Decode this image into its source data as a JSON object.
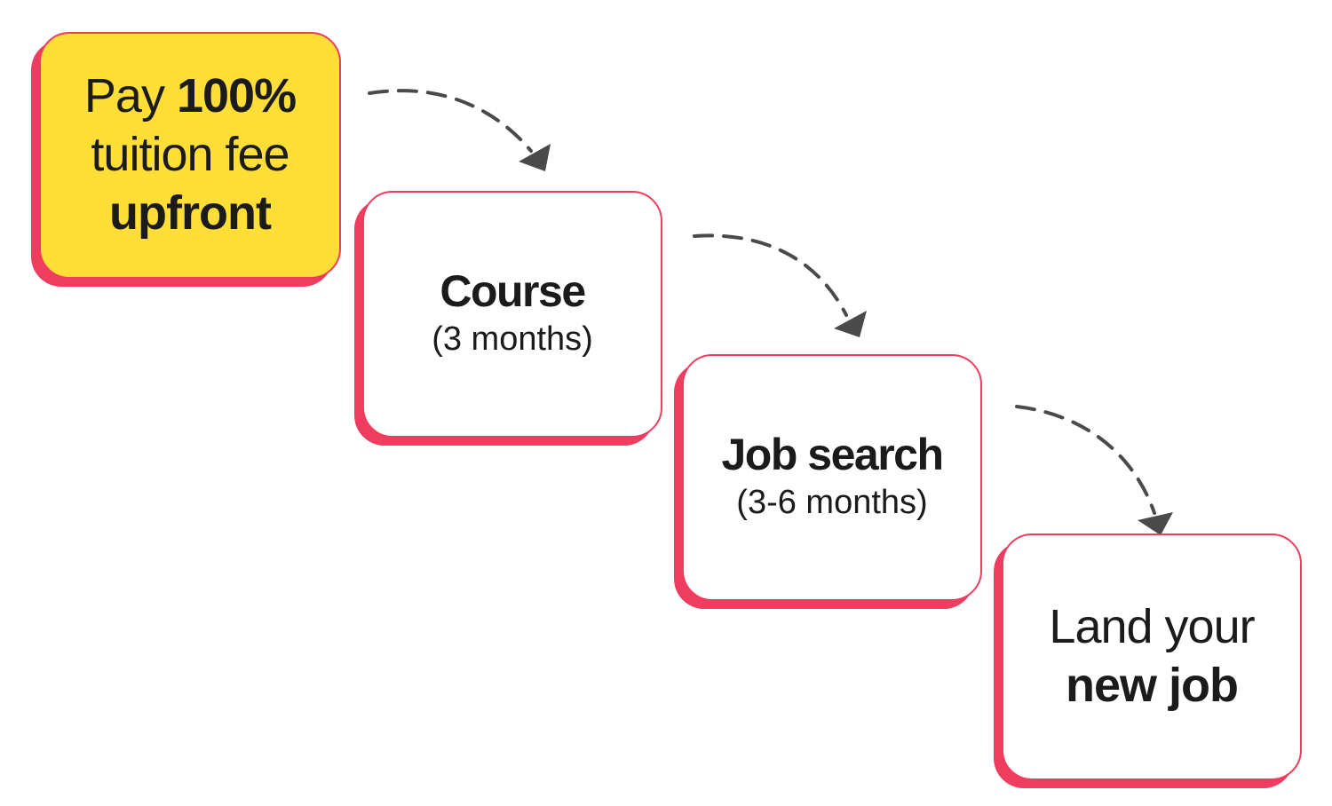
{
  "steps": [
    {
      "line1_light": "Pay ",
      "line1_bold": "100%",
      "line2": "tuition fee",
      "line3": "upfront",
      "fill": "#ffdf37"
    },
    {
      "title": "Course",
      "subtitle": "(3 months)",
      "fill": "#ffffff"
    },
    {
      "title": "Job search",
      "subtitle": "(3-6 months)",
      "fill": "#ffffff"
    },
    {
      "line1": "Land your",
      "line2": "new job",
      "fill": "#ffffff"
    }
  ],
  "colors": {
    "accent": "#ee3d5f",
    "highlight": "#ffdf37",
    "text": "#1b1b1b",
    "arrow": "#4a4a4a"
  },
  "connector_icon": "dashed-curved-arrow-icon"
}
